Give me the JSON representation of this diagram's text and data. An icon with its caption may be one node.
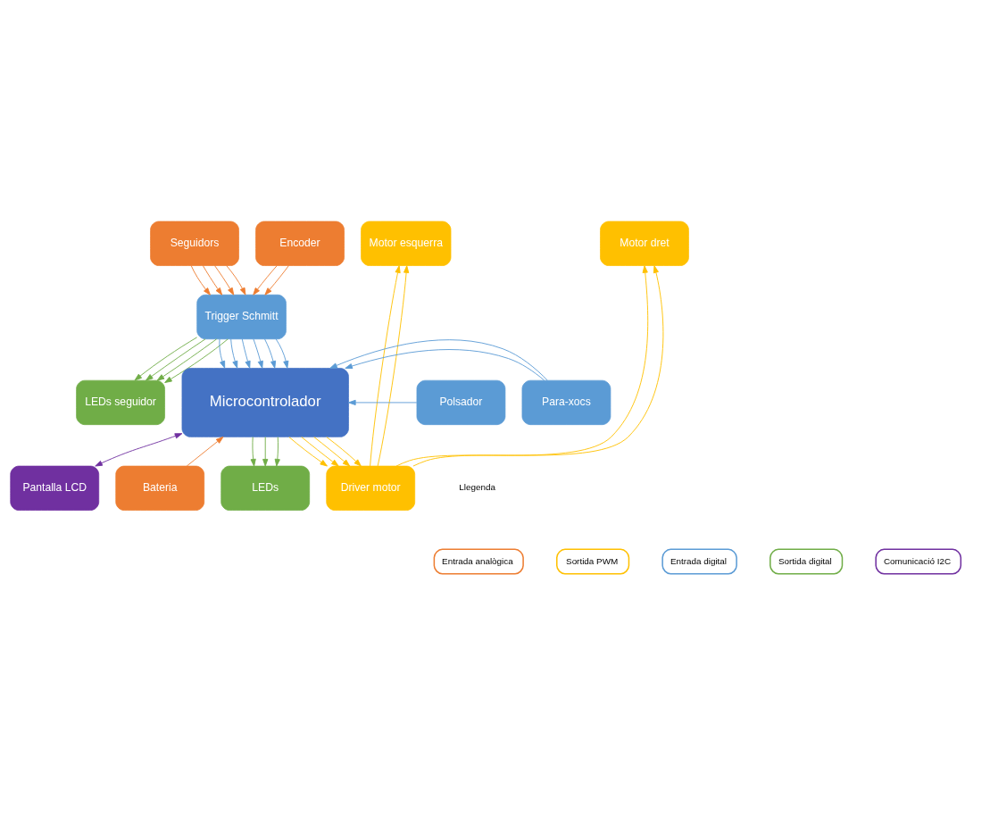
{
  "diagram": {
    "nodes": [
      {
        "text": [
          "Seguidors"
        ]
      },
      {
        "text": [
          "Encoder"
        ]
      },
      {
        "text": [
          "Motor esquerra"
        ]
      },
      {
        "text": [
          "Motor dret"
        ]
      },
      {
        "text": [
          "Trigger Schmitt"
        ]
      },
      {
        "text": [
          "Driver motor"
        ]
      },
      {
        "text": [
          "LEDs seguidor"
        ]
      },
      {
        "text": [
          "Microcontrolador"
        ]
      },
      {
        "text": [
          "Polsador"
        ]
      },
      {
        "text": [
          "LEDs"
        ]
      },
      {
        "text": [
          "Para-xocs"
        ]
      },
      {
        "text": [
          "Bateria"
        ]
      },
      {
        "text": [
          "Pantalla LCD"
        ]
      }
    ],
    "edges": [
      {
        "from": 0,
        "to": 4,
        "arrow": "to",
        "color": "#ed7d31"
      },
      {
        "from": 0,
        "to": 4,
        "arrow": "to",
        "color": "#ed7d31"
      },
      {
        "from": 0,
        "to": 4,
        "arrow": "to",
        "color": "#ed7d31"
      },
      {
        "from": 0,
        "to": 4,
        "arrow": "to",
        "color": "#ed7d31"
      },
      {
        "from": 1,
        "to": 4,
        "arrow": "to",
        "color": "#ed7d31"
      },
      {
        "from": 1,
        "to": 4,
        "arrow": "to",
        "color": "#ed7d31"
      },
      {
        "from": 4,
        "to": 7,
        "arrow": "to",
        "color": "#5b9bd5"
      },
      {
        "from": 4,
        "to": 7,
        "arrow": "to",
        "color": "#5b9bd5"
      },
      {
        "from": 4,
        "to": 7,
        "arrow": "to",
        "color": "#5b9bd5"
      },
      {
        "from": 4,
        "to": 7,
        "arrow": "to",
        "color": "#5b9bd5"
      },
      {
        "from": 4,
        "to": 7,
        "arrow": "to",
        "color": "#5b9bd5"
      },
      {
        "from": 4,
        "to": 7,
        "arrow": "to",
        "color": "#5b9bd5"
      },
      {
        "from": 4,
        "to": 6,
        "arrow": "to",
        "color": "#70ad47"
      },
      {
        "from": 4,
        "to": 6,
        "arrow": "to",
        "color": "#70ad47"
      },
      {
        "from": 4,
        "to": 6,
        "arrow": "to",
        "color": "#70ad47"
      },
      {
        "from": 4,
        "to": 6,
        "arrow": "to",
        "color": "#70ad47"
      },
      {
        "from": 5,
        "to": 2,
        "arrow": "to",
        "color": "#ffc000"
      },
      {
        "from": 5,
        "to": 2,
        "arrow": "to",
        "color": "#ffc000"
      },
      {
        "from": 5,
        "to": 3,
        "arrow": "to",
        "color": "#ffc000"
      },
      {
        "from": 5,
        "to": 3,
        "arrow": "to",
        "color": "#ffc000"
      },
      {
        "from": 7,
        "to": 5,
        "arrow": "to",
        "color": "#ffc000"
      },
      {
        "from": 7,
        "to": 5,
        "arrow": "to",
        "color": "#ffc000"
      },
      {
        "from": 7,
        "to": 5,
        "arrow": "to",
        "color": "#ffc000"
      },
      {
        "from": 7,
        "to": 5,
        "arrow": "to",
        "color": "#ffc000"
      },
      {
        "from": 8,
        "to": 7,
        "arrow": "to",
        "color": "#5b9bd5"
      },
      {
        "from": 10,
        "to": 7,
        "arrow": "to",
        "color": "#5b9bd5"
      },
      {
        "from": 10,
        "to": 7,
        "arrow": "to",
        "color": "#5b9bd5"
      },
      {
        "from": 11,
        "to": 7,
        "arrow": "to",
        "color": "#ed7d31"
      },
      {
        "from": 7,
        "to": 9,
        "arrow": "to",
        "color": "#70ad47"
      },
      {
        "from": 7,
        "to": 9,
        "arrow": "to",
        "color": "#70ad47"
      },
      {
        "from": 7,
        "to": 9,
        "arrow": "to",
        "color": "#70ad47"
      },
      {
        "from": 7,
        "to": 12,
        "arrow": "both",
        "color": "#7030a0"
      }
    ],
    "labels": [
      "Llegenda"
    ],
    "legend": [
      {
        "text": "Entrada analògica",
        "color": "#ed7d31"
      },
      {
        "text": "Sortida PWM",
        "color": "#ffc000"
      },
      {
        "text": "Entrada digital",
        "color": "#5b9bd5"
      },
      {
        "text": "Sortida digital",
        "color": "#70ad47"
      },
      {
        "text": "Comunicació I2C",
        "color": "#7030a0"
      }
    ]
  }
}
